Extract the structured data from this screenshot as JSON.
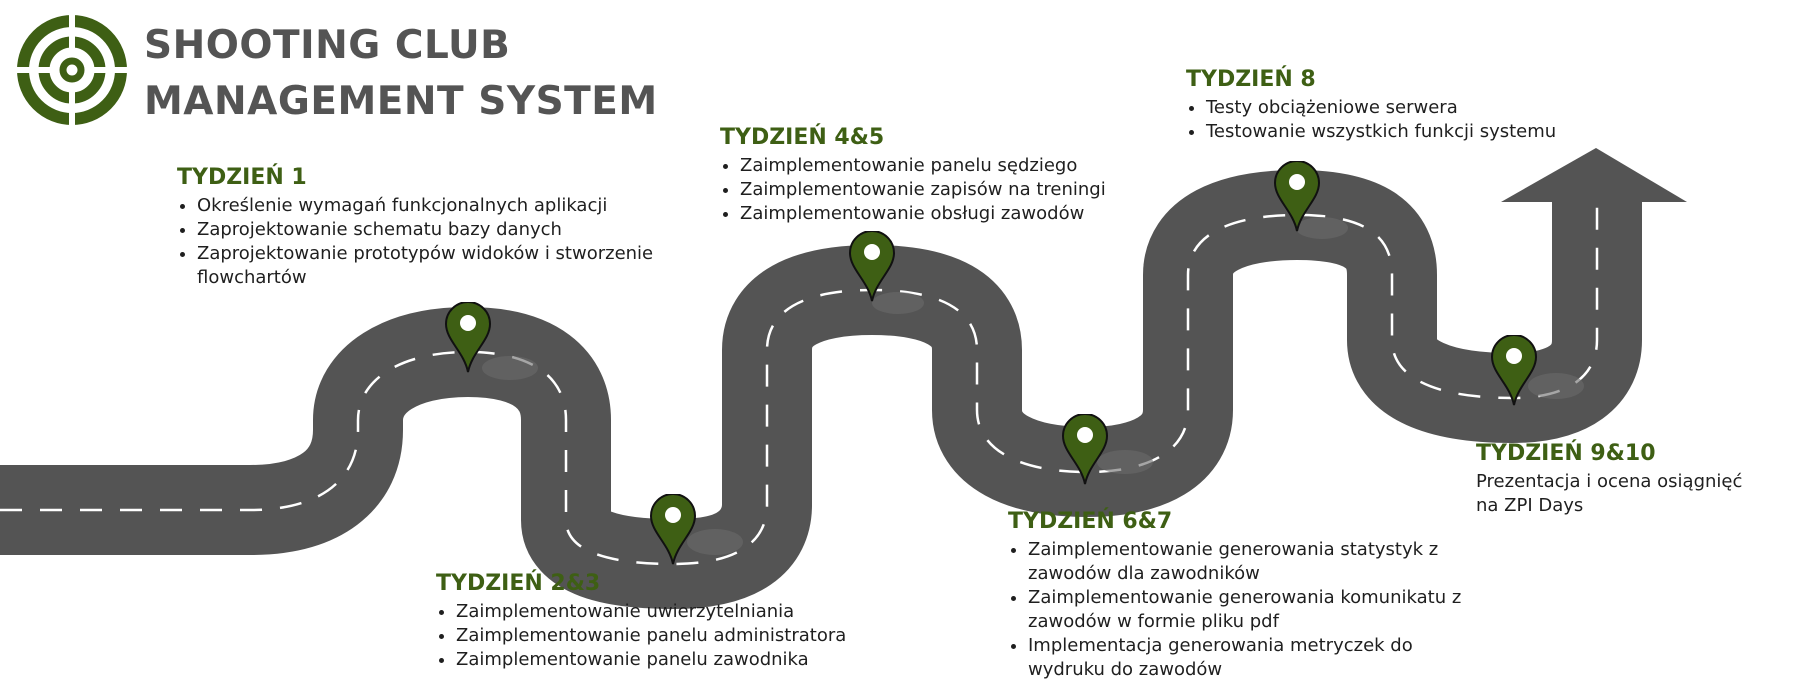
{
  "header": {
    "title_line1": "SHOOTING CLUB",
    "title_line2": "MANAGEMENT SYSTEM",
    "logo_icon": "target-icon"
  },
  "colors": {
    "accent_green": "#3e5f14",
    "road": "#545454",
    "title_gray": "#545454",
    "lane_marking": "#ffffff"
  },
  "milestones": [
    {
      "label": "TYDZIEŃ 1",
      "items": [
        "Określenie wymagań funkcjonalnych aplikacji",
        "Zaprojektowanie schematu bazy danych",
        "Zaprojektowanie prototypów widoków i stworzenie flowchartów"
      ]
    },
    {
      "label": "TYDZIEŃ 2&3",
      "items": [
        "Zaimplementowanie uwierzytelniania",
        "Zaimplementowanie panelu administratora",
        "Zaimplementowanie panelu zawodnika"
      ]
    },
    {
      "label": "TYDZIEŃ 4&5",
      "items": [
        "Zaimplementowanie panelu sędziego",
        "Zaimplementowanie zapisów na treningi",
        "Zaimplementowanie obsługi zawodów"
      ]
    },
    {
      "label": "TYDZIEŃ 6&7",
      "items": [
        "Zaimplementowanie generowania statystyk z zawodów dla zawodników",
        "Zaimplementowanie generowania komunikatu z zawodów w formie pliku pdf",
        "Implementacja generowania metryczek do wydruku do zawodów"
      ]
    },
    {
      "label": "TYDZIEŃ 8",
      "items": [
        "Testy obciążeniowe serwera",
        "Testowanie wszystkich funkcji systemu"
      ]
    },
    {
      "label": "TYDZIEŃ 9&10",
      "text": "Prezentacja i ocena osiągnięć na ZPI Days"
    }
  ],
  "icons": {
    "pin": "map-pin-icon",
    "arrow": "arrow-up-icon"
  }
}
